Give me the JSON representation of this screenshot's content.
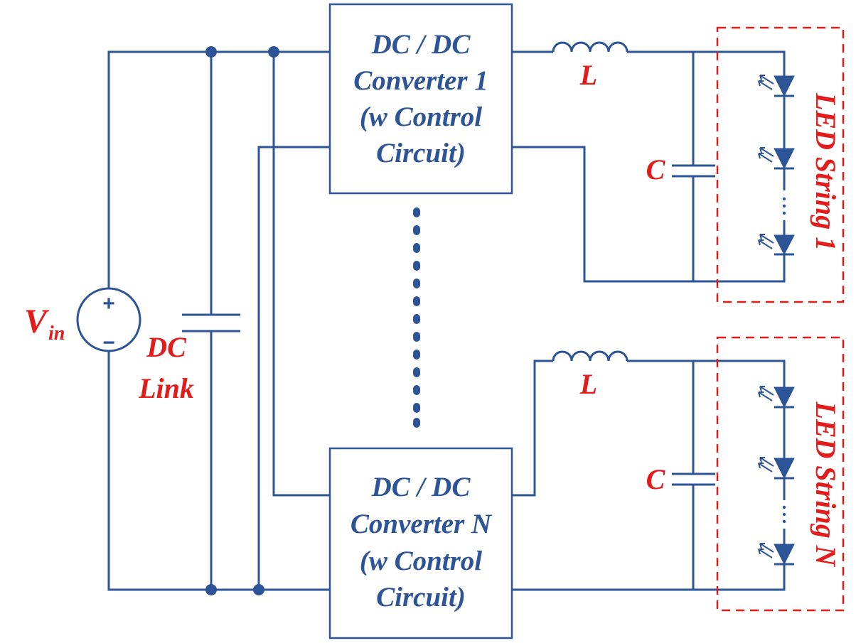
{
  "source": {
    "label_main": "V",
    "label_sub": "in",
    "plus": "+",
    "minus": "−"
  },
  "dc_link": {
    "line1": "DC",
    "line2": "Link"
  },
  "converters": [
    {
      "line1": "DC / DC",
      "line2": "Converter 1",
      "line3": "(w Control",
      "line4": "Circuit)"
    },
    {
      "line1": "DC / DC",
      "line2": "Converter N",
      "line3": "(w Control",
      "line4": "Circuit)"
    }
  ],
  "filters": [
    {
      "inductor": "L",
      "capacitor": "C"
    },
    {
      "inductor": "L",
      "capacitor": "C"
    }
  ],
  "led_strings": [
    {
      "label": "LED String 1"
    },
    {
      "label": "LED String N"
    }
  ],
  "colors": {
    "wire": "#2c5496",
    "label": "#e21b1b"
  }
}
